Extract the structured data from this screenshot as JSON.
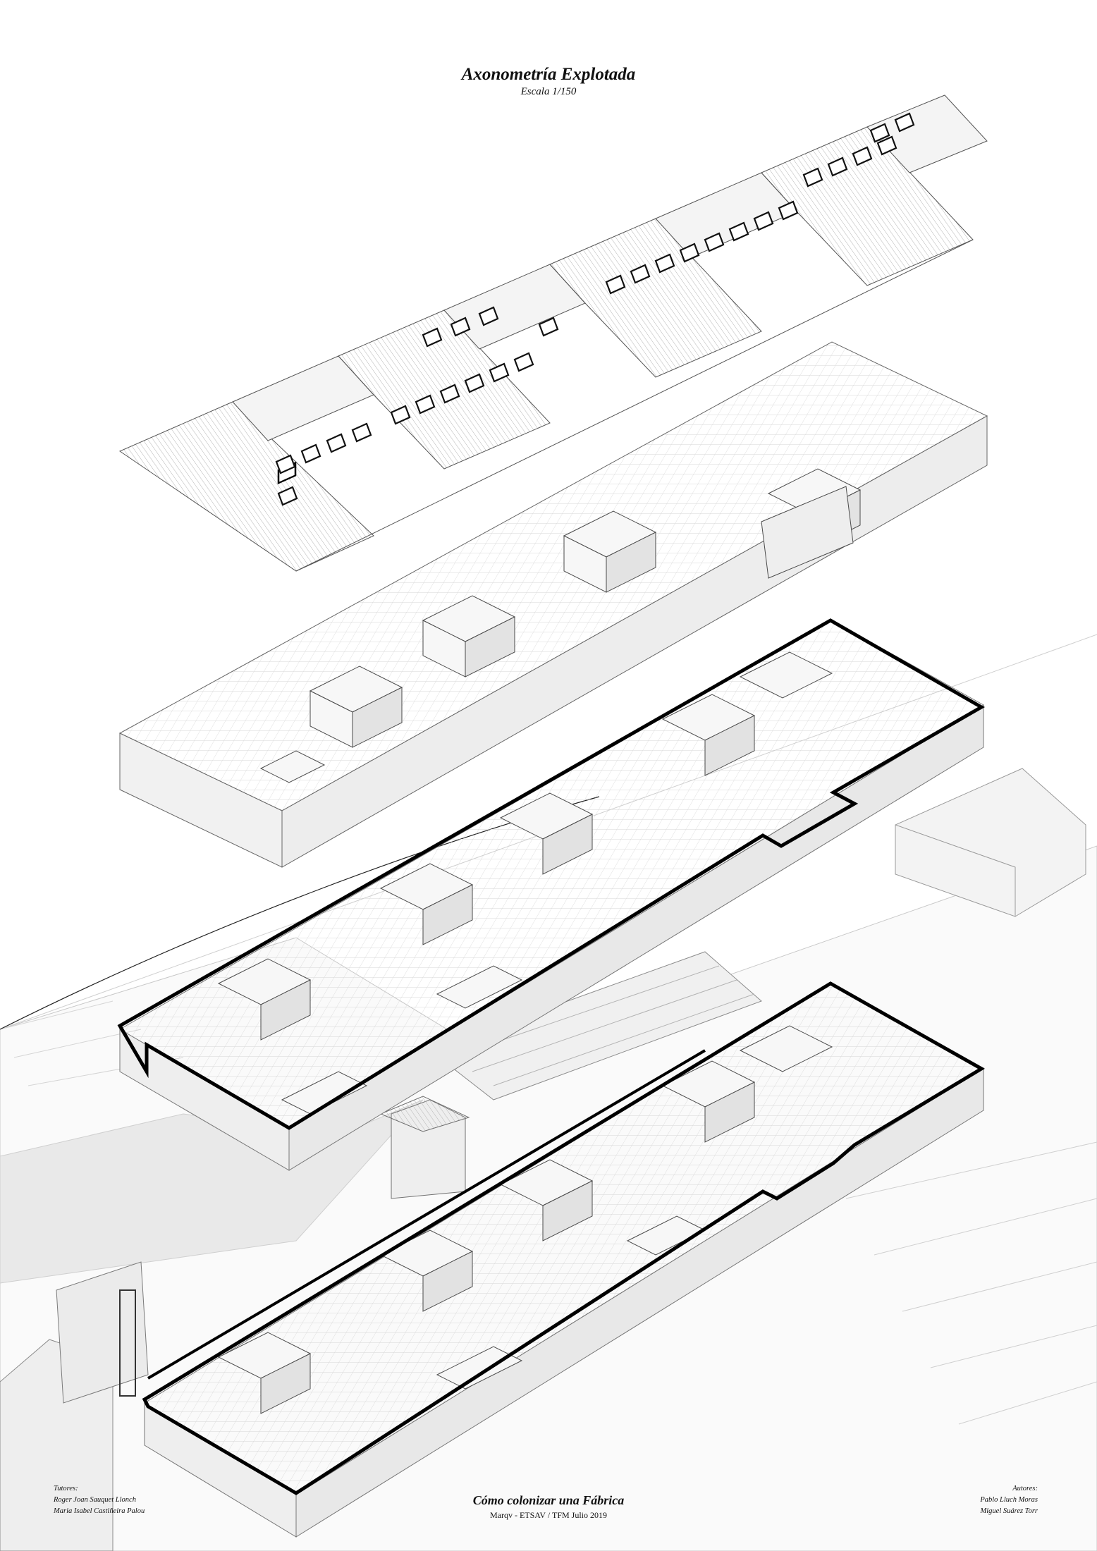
{
  "header": {
    "title": "Axonometría Explotada",
    "scale": "Escala 1/150"
  },
  "footer": {
    "title": "Cómo colonizar una Fábrica",
    "subtitle": "Marqv - ETSAV / TFM Julio 2019"
  },
  "tutors": {
    "heading": "Tutores:",
    "names": [
      "Roger Joan Sauquet Llonch",
      "Maria Isabel Castiñeira Palou"
    ]
  },
  "authors": {
    "heading": "Autores:",
    "names": [
      "Pablo Lluch Moras",
      "Miguel Suárez Torr"
    ]
  },
  "layers": [
    "roof",
    "upper-floor",
    "first-floor",
    "ground-floor",
    "context"
  ],
  "colors": {
    "line": "#555555",
    "light_line": "#a8a8a8",
    "bold_outline": "#000000",
    "fill": "#f6f6f6",
    "shade": "#dedede"
  }
}
